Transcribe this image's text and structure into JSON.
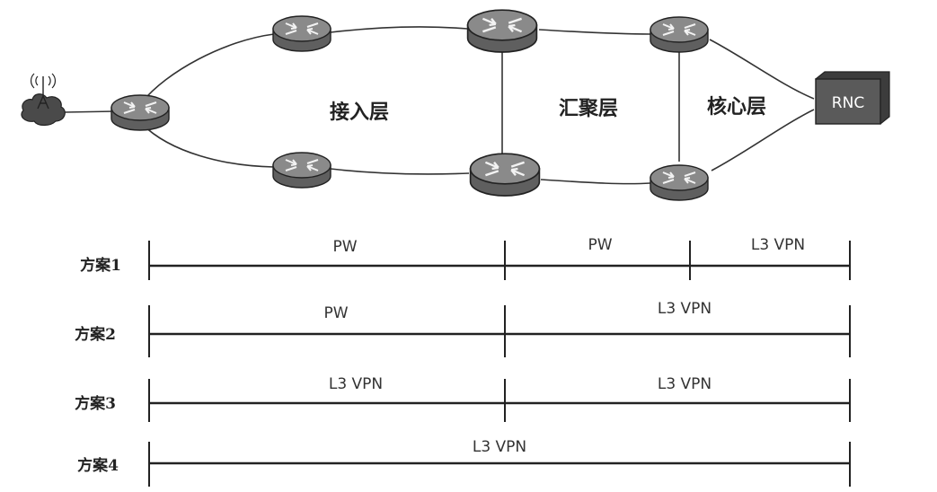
{
  "layers": {
    "access": "接入层",
    "aggregation": "汇聚层",
    "core": "核心层"
  },
  "rnc_label": "RNC",
  "schemes": [
    {
      "name": "方案1",
      "segments": [
        "PW",
        "PW",
        "L3 VPN"
      ]
    },
    {
      "name": "方案2",
      "segments": [
        "PW",
        "L3 VPN"
      ]
    },
    {
      "name": "方案3",
      "segments": [
        "L3 VPN",
        "L3 VPN"
      ]
    },
    {
      "name": "方案4",
      "segments": [
        "L3 VPN"
      ]
    }
  ],
  "icons": {
    "base_station": "base-station-icon",
    "router": "router-icon",
    "rnc": "rnc-box-icon"
  },
  "colors": {
    "router_body": "#5f5f5f",
    "router_top": "#8a8a8a",
    "rnc_box": "#5a5a5a"
  }
}
